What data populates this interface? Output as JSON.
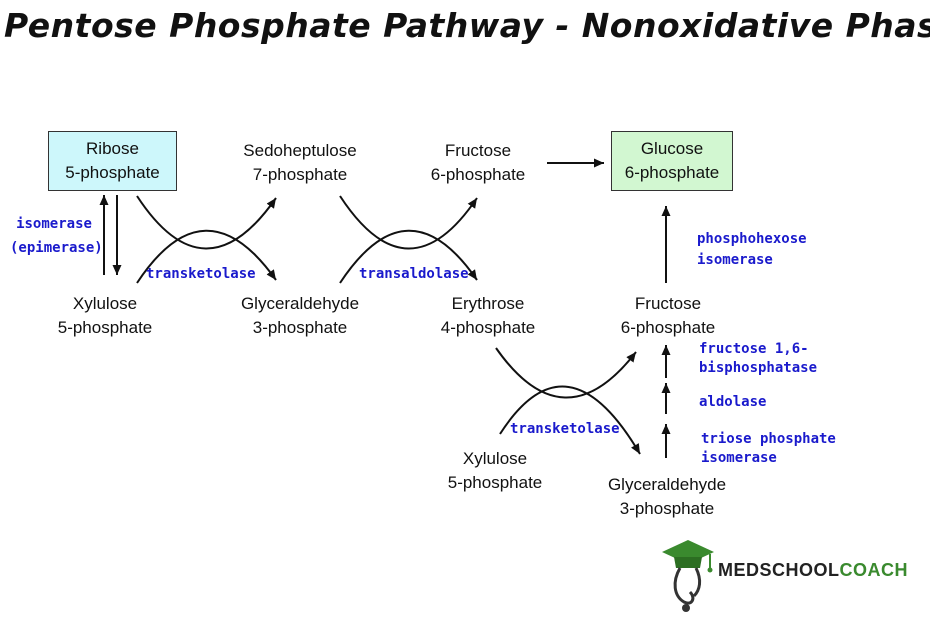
{
  "title": "Pentose Phosphate Pathway - Nonoxidative Phase",
  "colors": {
    "enzyme": "#1a1acc",
    "ribose_box": "#cdf7fb",
    "glucose_box": "#d2f7d1",
    "logo_green": "#3a8a2e"
  },
  "nodes": {
    "ribose_5p": [
      "Ribose",
      "5-phosphate"
    ],
    "sedoheptulose_7p": [
      "Sedoheptulose",
      "7-phosphate"
    ],
    "fructose_6p_top": [
      "Fructose",
      "6-phosphate"
    ],
    "glucose_6p": [
      "Glucose",
      "6-phosphate"
    ],
    "xylulose_5p_left": [
      "Xylulose",
      "5-phosphate"
    ],
    "glyceraldehyde_3p_mid": [
      "Glyceraldehyde",
      "3-phosphate"
    ],
    "erythrose_4p": [
      "Erythrose",
      "4-phosphate"
    ],
    "fructose_6p_right": [
      "Fructose",
      "6-phosphate"
    ],
    "xylulose_5p_bottom": [
      "Xylulose",
      "5-phosphate"
    ],
    "glyceraldehyde_3p_bottom": [
      "Glyceraldehyde",
      "3-phosphate"
    ]
  },
  "enzymes": {
    "isomerase": [
      "isomerase",
      "(epimerase)"
    ],
    "transketolase_1": [
      "transketolase"
    ],
    "transaldolase": [
      "transaldolase"
    ],
    "transketolase_2": [
      "transketolase"
    ],
    "phosphohexose_isomerase": [
      "phosphohexose",
      "isomerase"
    ],
    "fructose_bisphosphatase": [
      "fructose 1,6-",
      "bisphosphatase"
    ],
    "aldolase": [
      "aldolase"
    ],
    "triose_phosphate_isomerase": [
      "triose phosphate",
      "isomerase"
    ]
  },
  "logo": {
    "part1": "MEDSCHOOL",
    "part2": "COACH",
    "icon": "graduation-cap-stethoscope-icon"
  }
}
